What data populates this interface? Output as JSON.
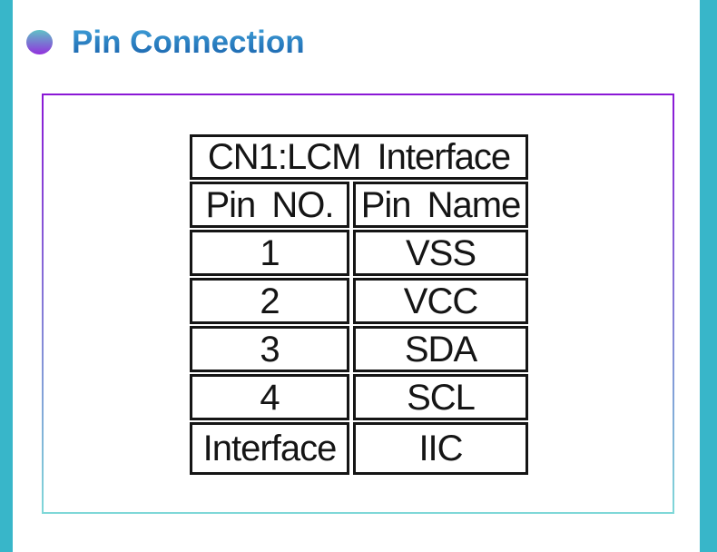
{
  "header": {
    "title": "Pin Connection"
  },
  "pin_table": {
    "title": "CN1:LCM Interface",
    "col_headers": [
      "Pin NO.",
      "Pin Name"
    ],
    "rows": [
      [
        "1",
        "VSS"
      ],
      [
        "2",
        "VCC"
      ],
      [
        "3",
        "SDA"
      ],
      [
        "4",
        "SCL"
      ],
      [
        "Interface",
        "IIC"
      ]
    ]
  },
  "colors": {
    "sidebar": "#38b6c9",
    "heading_top": "#3fa0d8",
    "heading_bottom": "#1a63ad",
    "bullet_top": "#5fc2c6",
    "bullet_bottom": "#9232dd",
    "box_border_top": "#8a17d6",
    "box_border_bottom": "#7fd8d8",
    "table_line": "#151515"
  }
}
